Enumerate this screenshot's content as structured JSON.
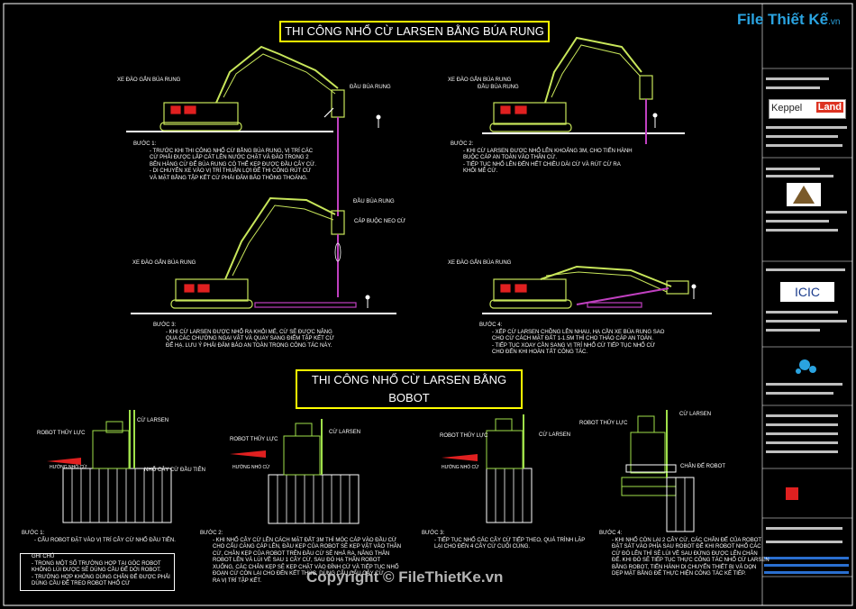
{
  "titles": {
    "vibro": "THI CÔNG NHỔ CỪ LARSEN BẰNG BÚA RUNG",
    "robot": "THI CÔNG NHỔ CỪ LARSEN BẰNG BOBOT"
  },
  "labels": {
    "xe_dao_gan_bua_rung": "XE ĐÀO GẮN BÚA RUNG",
    "dau_bua_rung": "ĐẦU BÚA RUNG",
    "cap_buoc_neo_cu": "CÁP BUỘC NEO CỪ",
    "robot_thuy_luc": "ROBOT THỦY LỰC",
    "cu_larsen": "CỪ LARSEN",
    "nho_cay_cu_dau_tien": "NHỔ CÂY CỪ ĐẦU TIÊN",
    "chan_de_robot": "CHÂN ĐẾ ROBOT",
    "huong_nho_cu": "HƯỚNG NHỔ CỪ"
  },
  "vibro_steps": [
    {
      "head": "BƯỚC 1:",
      "body": "- TRƯỚC KHI THI CÔNG NHỔ CỪ BẰNG BÚA RUNG, VỊ TRÍ CÁC\nCỪ PHẢI ĐƯỢC LẤP CÁT LÊN NƯỚC CHẶT VÀ ĐÀO TRONG 2\nBÊN HÀNG CỪ ĐỂ BÚA RUNG CÓ THỂ KẸP ĐƯỢC ĐẦU CÂY CỪ.\n- DI CHUYỂN XE VÀO VỊ TRÍ THUẬN LỢI ĐỂ THI CÔNG RÚT CỪ\nVÀ MẶT BẰNG TẬP KẾT CỪ PHẢI ĐẢM BẢO THÔNG THOÁNG."
    },
    {
      "head": "BƯỚC 2:",
      "body": "- KHI CỪ LARSEN ĐƯỢC NHỔ LÊN KHOẢNG 3M, CHO TIẾN HÀNH\nBUỘC CÁP AN TOÀN VÀO THÂN CỪ.\n- TIẾP TỤC NHỔ LÊN ĐẾN HẾT CHIỀU DÀI CỪ VÀ RÚT CỪ RA\nKHỎI MẺ CỪ."
    },
    {
      "head": "BƯỚC 3:",
      "body": "- KHI CỪ LARSEN ĐƯỢC NHỔ RA KHỎI MẺ, CỪ SẼ ĐƯỢC NÂNG\nQUA CÁC CHƯỚNG NGẠI VẬT VÀ QUAY SANG ĐIỂM TẬP KẾT CỪ\nĐỂ HẠ. LƯU Ý PHẢI ĐẢM BẢO AN TOÀN TRONG CÔNG TÁC NÀY."
    },
    {
      "head": "BƯỚC 4:",
      "body": "- XẾP CỪ LARSEN CHỒNG LÊN NHAU, HẠ CẦN XE BÚA RUNG SAO\nCHO CỪ CÁCH MẶT ĐẤT 1-1.5M THÌ CHO THÁO CÁP AN TOÀN.\n- TIẾP TỤC XOAY CẦN SANG VỊ TRÍ NHỔ CỪ TIẾP TỤC NHỔ CỪ\nCHO ĐẾN KHI HOÀN TẤT CÔNG TÁC."
    }
  ],
  "robot_steps": [
    {
      "head": "BƯỚC 1:",
      "body": "- CẨU ROBOT ĐẶT VÀO VỊ TRÍ CÂY CỪ NHỔ ĐẦU TIÊN."
    },
    {
      "head": "BƯỚC 2:",
      "body": "- KHI NHỔ CÂY CỪ LÊN CÁCH MẶT ĐẤT 3M THÌ MÓC CÁP VÀO ĐẦU CỪ\nCHO CẨU CĂNG CÁP LÊN, ĐẦU KẸP CỦA ROBOT SẼ KẸP VẬT VÀO THÂN\nCỪ, CHÂN KẸP CỦA ROBOT TRÊN ĐẦU CỪ SẼ NHẢ RA, NÂNG THÂN\nROBOT LÊN VÀ LÙI VỀ SAU 1 CÂY CỪ, SAU ĐÓ HẠ THÂN ROBOT\nXUỐNG, CÁC CHÂN KẸP SẼ KẸP CHẶT VÀO ĐỈNH CỪ VÀ TIẾP TỤC NHỔ\nĐOẠN CỪ CÒN LẠI CHO ĐẾN KẾT THÚC, DÙNG CẨU CẨU CÂY CỪ\nRA VỊ TRÍ TẬP KẾT."
    },
    {
      "head": "BƯỚC 3:",
      "body": "- TIẾP TỤC NHỔ CÁC CÂY CỪ TIẾP THEO, QUÁ TRÌNH LẶP\nLẠI CHO ĐẾN 4 CÂY CỪ CUỐI CÙNG."
    },
    {
      "head": "BƯỚC 4:",
      "body": "- KHI NHỔ CÒN LẠI 2 CÂY CỪ, CÁC CHÂN ĐẾ CỦA ROBOT\nĐẶT SÁT VÀO PHÍA SAU ROBOT ĐỂ KHI ROBOT NHỔ CÁC\nCỪ ĐÓ LÊN THÌ SẼ LÙI VỀ SAU ĐỨNG ĐƯỢC LÊN CHÂN\nĐẾ. KHI ĐÓ SẼ TIẾP TỤC THỰC CÔNG TÁC NHỔ CỪ LARSEN\nBẰNG ROBOT, TIẾN HÀNH DI CHUYỂN THIẾT BỊ VÀ DỌN\nDẸP MẶT BẰNG ĐỂ THỰC HIỆN CÔNG TÁC KẾ TIẾP."
    }
  ],
  "notes": {
    "head": "GHI CHÚ",
    "body": "- TRONG MỘT SỐ TRƯỜNG HỢP TẠI GÓC ROBOT\nKHÔNG LÙI ĐƯỢC SẼ DÙNG CẦU ĐỂ DỜI ROBOT.\n- TRƯỜNG HỢP KHÔNG DÙNG CHÂN ĐẾ ĐƯỢC PHẢI\nDÙNG CẦU ĐỂ TREO ROBOT NHỔ CỪ"
  },
  "title_block": {
    "site_logo": "File Thiết Kế",
    "site_logo_suffix": ".vn",
    "keppel_a": "Keppel",
    "keppel_b": "Land",
    "icic": "ICIC"
  },
  "watermark": "Copyright © FileThietKe.vn",
  "colors": {
    "background": "#000000",
    "title_border": "#ffff00",
    "excavator": "#c8e65a",
    "pile": "#c040c0",
    "arrow": "#e02020",
    "ground": "#ffffff",
    "robot_frame": "#9fe04a"
  }
}
